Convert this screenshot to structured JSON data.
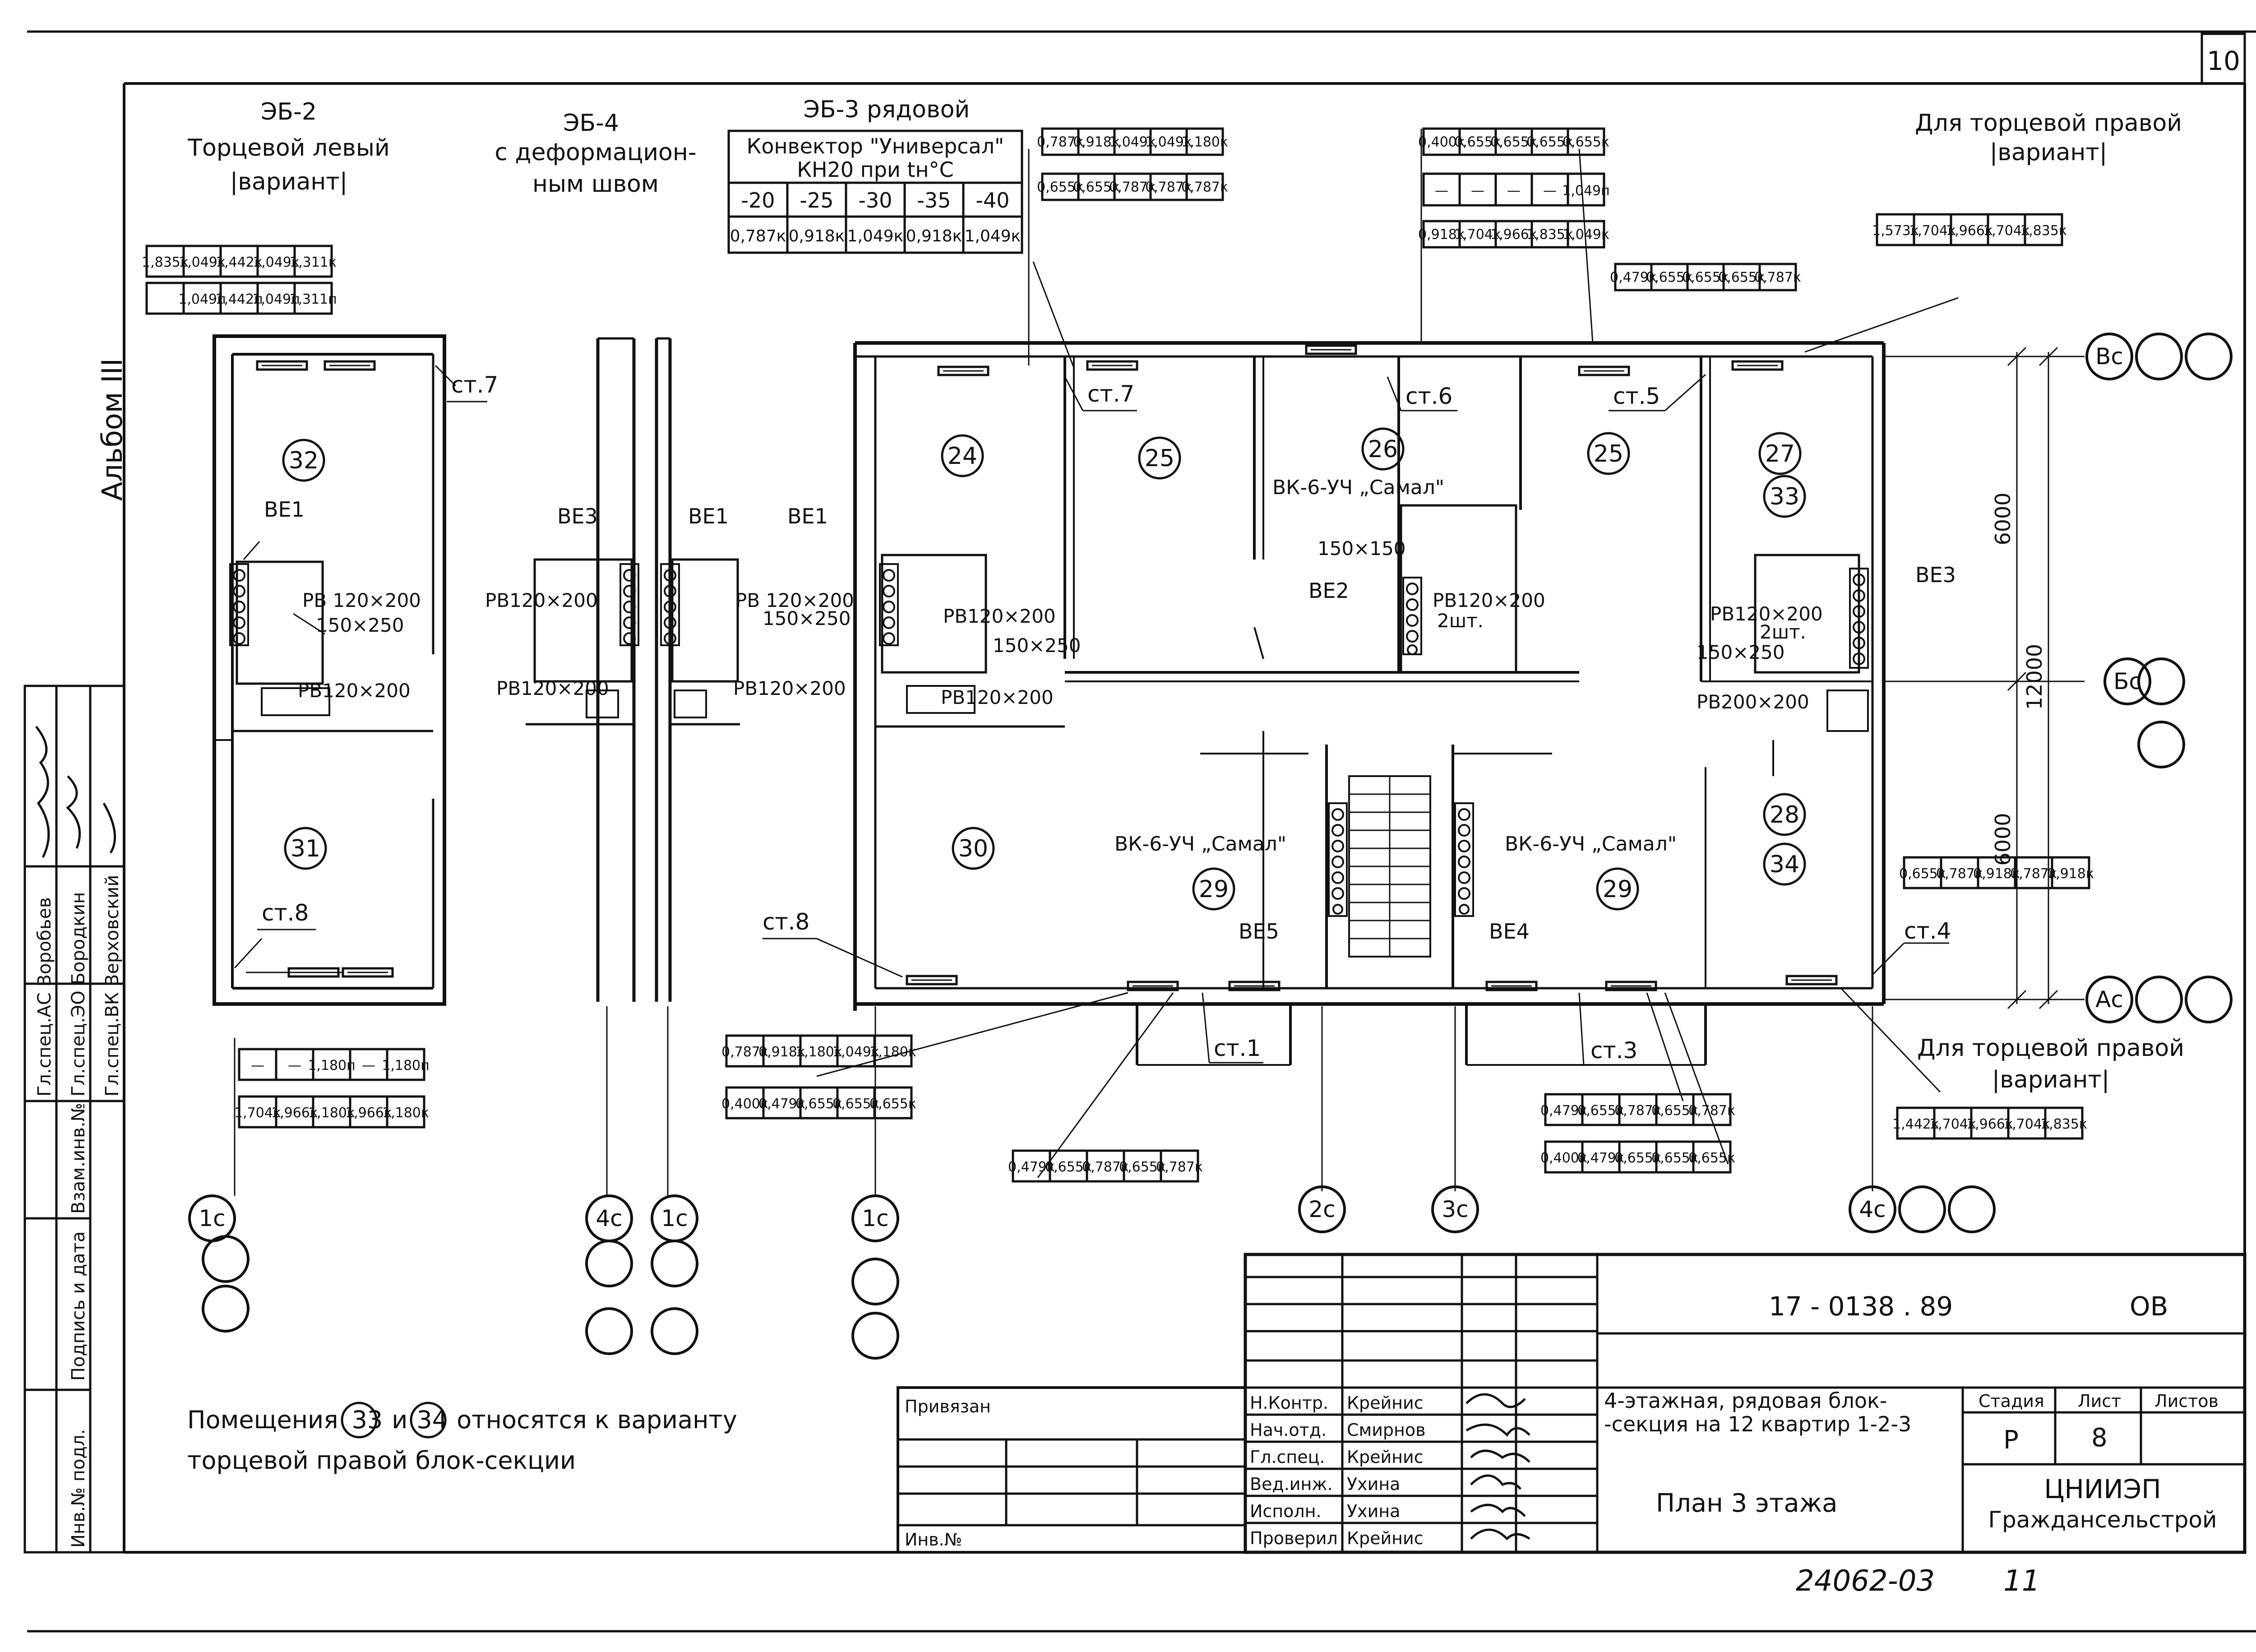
{
  "sheet": {
    "sheet_number": "10",
    "album_label": "Альбом III",
    "left_stamp": {
      "approvals": [
        {
          "role": "Гл.спец.АС",
          "name": "Воробьев"
        },
        {
          "role": "Гл.спец.ЭО",
          "name": "Бородкин"
        },
        {
          "role": "Гл.спец.ВК",
          "name": "Верховский"
        }
      ],
      "field_labels": [
        "Взам.инв.№",
        "Подпись и дата",
        "Инв.№ подл."
      ]
    }
  },
  "variants": {
    "eb2": {
      "code": "ЭБ-2",
      "line1": "Торцевой левый",
      "line2": "|вариант|"
    },
    "eb4": {
      "code": "ЭБ-4",
      "line1": "с деформацион-",
      "line2": "ным швом"
    },
    "eb3": {
      "code": "ЭБ-3 рядовой"
    },
    "right_top": {
      "line1": "Для торцевой правой",
      "line2": "|вариант|"
    },
    "right_bottom": {
      "line1": "Для торцевой правой",
      "line2": "|вариант|"
    }
  },
  "convector_table": {
    "title_line1": "Конвектор \"Универсал\"",
    "title_line2": "КН20 при tн°С",
    "temps": [
      "-20",
      "-25",
      "-30",
      "-35",
      "-40"
    ],
    "values": [
      "0,787к",
      "0,918к",
      "1,049к",
      "0,918к",
      "1,049к"
    ]
  },
  "value_tables": {
    "t_eb2_r1": [
      "1,835к",
      "1,049к",
      "1,442к",
      "1,049к",
      "1,311к"
    ],
    "t_eb2_r2": [
      "",
      "1,049п",
      "1,442п",
      "1,049п",
      "1,311п"
    ],
    "t_top_mid_r1": [
      "0,787к",
      "0,918к",
      "1,049к",
      "1,049к",
      "1,180к"
    ],
    "t_top_mid_r2": [
      "0,655к",
      "0,655к",
      "0,787к",
      "0,787к",
      "0,787к"
    ],
    "t_top_st6_r1": [
      "0,400к",
      "0,655к",
      "0,655к",
      "0,655к",
      "0,655к"
    ],
    "t_top_st6_r2": [
      "—",
      "—",
      "—",
      "—",
      "1,049п"
    ],
    "t_top_st6_r3": [
      "0,918к",
      "1,704к",
      "1,966к",
      "1,835к",
      "1,049к"
    ],
    "t_st5": [
      "0,479к",
      "0,655к",
      "0,655к",
      "0,655к",
      "0,787к"
    ],
    "t_right_top": [
      "1,573к",
      "1,704к",
      "1,966к",
      "1,704к",
      "1,835к"
    ],
    "t_right_mid": [
      "0,655к",
      "0,787к",
      "0,918к",
      "0,787к",
      "0,918к"
    ],
    "t_right_bottom": [
      "1,442к",
      "1,704к",
      "1,966к",
      "1,704к",
      "1,835к"
    ],
    "t_left_b1": [
      "—",
      "—",
      "1,180п",
      "—",
      "1,180п"
    ],
    "t_left_b2": [
      "1,704к",
      "1,966к",
      "1,180к",
      "1,966к",
      "1,180к"
    ],
    "t_st8_r1": [
      "0,787к",
      "0,918к",
      "1,180к",
      "1,049к",
      "1,180к"
    ],
    "t_st8_r2": [
      "0,400к",
      "0,479к",
      "0,655к",
      "0,655к",
      "0,655к"
    ],
    "t_st1": [
      "0,479к",
      "0,655к",
      "0,787к",
      "0,655к",
      "0,787к"
    ],
    "t_st3_r1": [
      "0,479к",
      "0,655к",
      "0,787к",
      "0,655к",
      "0,787к"
    ],
    "t_st3_r2": [
      "0,400к",
      "0,479к",
      "0,655к",
      "0,655к",
      "0,655к"
    ]
  },
  "risers": {
    "st7_left": "ст.7",
    "st8_left": "ст.8",
    "st7_mid": "ст.7",
    "st8_mid": "ст.8",
    "st6": "ст.6",
    "st5": "ст.5",
    "st4": "ст.4",
    "st1": "ст.1",
    "st3": "ст.3"
  },
  "rooms": {
    "r32": "32",
    "r31": "31",
    "r24": "24",
    "r25a": "25",
    "r26": "26",
    "r25b": "25",
    "r27": "27",
    "r33": "33",
    "r30": "30",
    "r29a": "29",
    "r29b": "29",
    "r28": "28",
    "r34": "34"
  },
  "vent": {
    "ve1_a": "ВЕ1",
    "ve3_a": "ВЕ3",
    "ve1_b": "ВЕ1",
    "ve1_c": "ВЕ1",
    "ve2": "ВЕ2",
    "ve3_b": "ВЕ3",
    "ve5": "ВЕ5",
    "ve4": "ВЕ4",
    "grille_a": "РВ 120×200",
    "duct_a": "150×250",
    "grille_a2": "РВ120×200",
    "grille_b1": "РВ120×200",
    "grille_b2": "РВ120×200",
    "grille_c1": "РВ 120×200",
    "duct_c": "150×250",
    "grille_c2": "РВ120×200",
    "grille_d1": "РВ120×200",
    "duct_d": "150×250",
    "grille_d2": "РВ120×200",
    "duct_e": "150×150",
    "grille_e": "РВ120×200",
    "grille_e_qty": "2шт.",
    "grille_f": "РВ120×200",
    "grille_f_qty": "2шт.",
    "duct_f": "150×250",
    "grille_f2": "РВ200×200",
    "vk_top": "ВК-6-УЧ „Самал\"",
    "vk_left": "ВК-6-УЧ „Самал\"",
    "vk_right": "ВК-6-УЧ „Самал\""
  },
  "axes": {
    "a_bc": "Вс",
    "a_bs": "Бс",
    "a_ac": "Ас",
    "ax_1c_a": "1с",
    "ax_4c_a": "4с",
    "ax_1c_b": "1с",
    "ax_1c_c": "1с",
    "ax_2c": "2с",
    "ax_3c": "3с",
    "ax_4c_b": "4с"
  },
  "dimensions": {
    "d1": "6000",
    "d2": "6000",
    "d_total": "12000"
  },
  "note": {
    "word1": "Помещения",
    "n33": "33",
    "word2": "и",
    "n34": "34",
    "word3": "относятся к варианту",
    "line2": "торцевой правой блок-секции"
  },
  "title_block": {
    "doc_code": "17 - 0138 . 89",
    "doc_suffix": "ОВ",
    "bound_label": "Привязан",
    "inv_label": "Инв.№",
    "roles": [
      {
        "role": "Н.Контр.",
        "name": "Крейнис"
      },
      {
        "role": "Нач.отд.",
        "name": "Смирнов"
      },
      {
        "role": "Гл.спец.",
        "name": "Крейнис"
      },
      {
        "role": "Вед.инж.",
        "name": "Ухина"
      },
      {
        "role": "Исполн.",
        "name": "Ухина"
      },
      {
        "role": "Проверил",
        "name": "Крейнис"
      }
    ],
    "project_line1": "4-этажная, рядовая блок-",
    "project_line2": "-секция на 12 квартир 1-2-3",
    "stage_label": "Стадия",
    "sheet_label": "Лист",
    "sheets_label": "Листов",
    "stage_value": "Р",
    "sheet_value": "8",
    "drawing_title": "План 3 этажа",
    "org_line1": "ЦНИИЭП",
    "org_line2": "Граждансельстрой"
  },
  "footer": {
    "archive_no": "24062-03",
    "page_no": "11"
  }
}
